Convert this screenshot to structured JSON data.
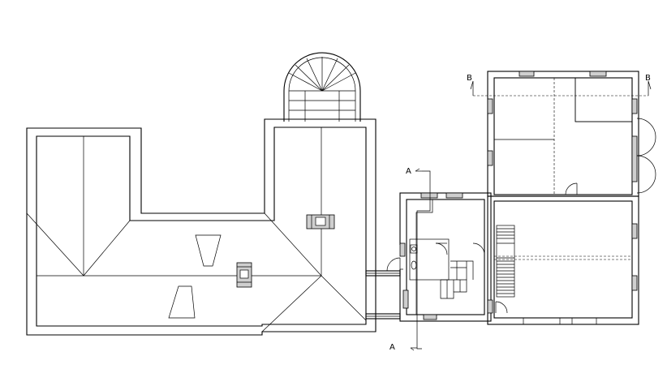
{
  "section_markers": {
    "a_top": "A",
    "a_bottom": "A",
    "b_left": "B",
    "b_right": "B"
  }
}
